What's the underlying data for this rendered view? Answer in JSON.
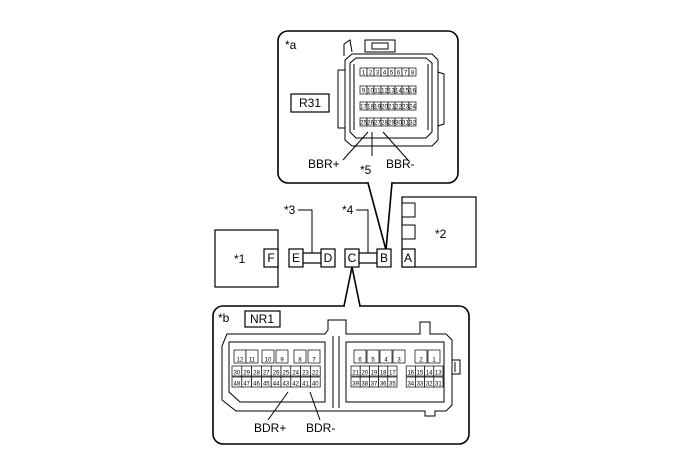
{
  "callout_a": "*a",
  "callout_b": "*b",
  "r31": {
    "label": "R31",
    "rows": [
      [
        "1",
        "2",
        "3",
        "4",
        "5",
        "6",
        "7",
        "8"
      ],
      [
        "9",
        "10",
        "11",
        "12",
        "13",
        "14",
        "15",
        "16"
      ],
      [
        "17",
        "18",
        "19",
        "20",
        "21",
        "22",
        "23",
        "24"
      ],
      [
        "25",
        "26",
        "27",
        "28",
        "29",
        "30",
        "31",
        "32"
      ]
    ],
    "pin_label_left": "BBR+",
    "pin_label_right": "BBR-",
    "pin_callout": "*5"
  },
  "callout_1": "*1",
  "callout_2": "*2",
  "callout_3": "*3",
  "callout_4": "*4",
  "connectors": {
    "F": "F",
    "E": "E",
    "D": "D",
    "C": "C",
    "B": "B",
    "A": "A"
  },
  "nr1": {
    "label": "NR1",
    "left_block": {
      "rows": [
        [
          "12",
          "11",
          "",
          "10",
          "9",
          "",
          "8",
          "7"
        ],
        [
          "30",
          "29",
          "28",
          "27",
          "26",
          "25",
          "24",
          "23",
          "22"
        ],
        [
          "48",
          "47",
          "46",
          "45",
          "44",
          "43",
          "42",
          "41",
          "40"
        ]
      ]
    },
    "right_block": {
      "rows": [
        [
          "6",
          "5",
          "4",
          "3",
          "",
          "2",
          "1"
        ],
        [
          "21",
          "20",
          "19",
          "18",
          "17",
          "",
          "16",
          "15",
          "14",
          "13"
        ],
        [
          "39",
          "38",
          "37",
          "36",
          "35",
          "",
          "34",
          "33",
          "32",
          "31"
        ]
      ]
    },
    "pin_label_left": "BDR+",
    "pin_label_right": "BDR-"
  }
}
